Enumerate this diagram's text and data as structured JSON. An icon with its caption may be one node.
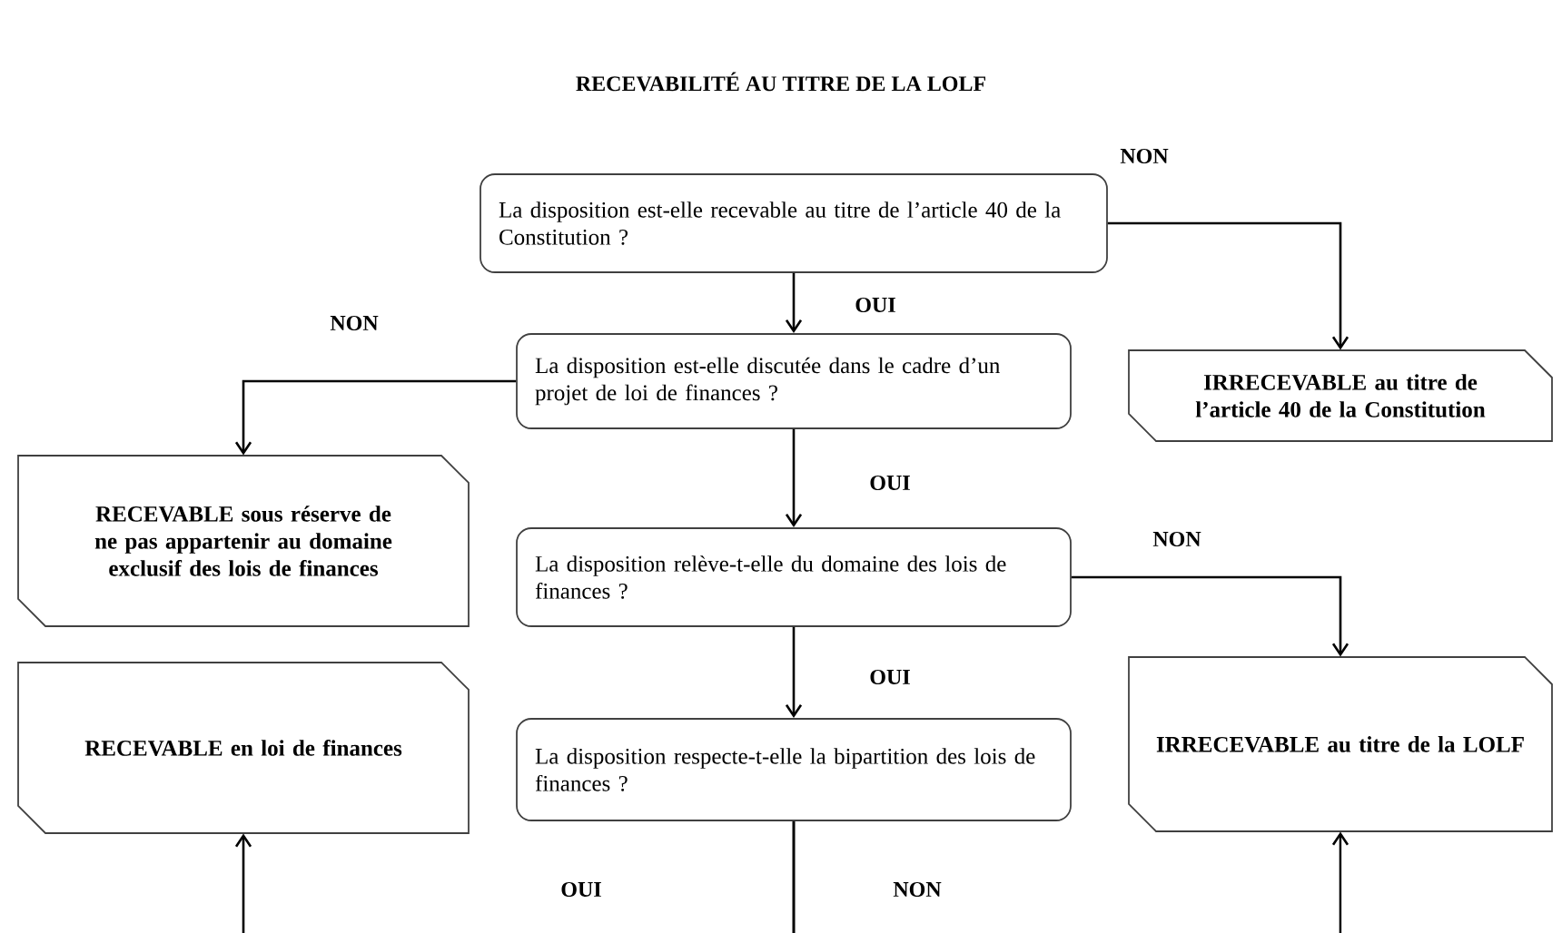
{
  "diagram": {
    "title": "RECEVABILITÉ AU TITRE DE LA LOLF",
    "nodes": [
      {
        "text": [
          "La disposition est-elle recevable au titre de l’article 40 de la Constitution ?"
        ]
      },
      {
        "text": [
          "IRRECEVABLE au titre de l’article 40 de la Constitution"
        ]
      },
      {
        "text": [
          "La disposition est-elle discutée dans le cadre d’un projet de loi de finances ?"
        ]
      },
      {
        "text": [
          "RECEVABLE sous réserve de ne pas appartenir au domaine exclusif des lois de finances"
        ]
      },
      {
        "text": [
          "La disposition relève-t-elle du domaine des lois de finances ?"
        ]
      },
      {
        "text": [
          "RECEVABLE en loi de finances"
        ]
      },
      {
        "text": [
          "La disposition respecte-t-elle la bipartition des lois de finances ?"
        ]
      },
      {
        "text": [
          "IRRECEVABLE au titre de la LOLF"
        ]
      }
    ],
    "edges": [
      {
        "from": 0,
        "to": 1,
        "arrow": "to",
        "label": "NON"
      },
      {
        "from": 0,
        "to": 2,
        "arrow": "to",
        "label": "OUI"
      },
      {
        "from": 2,
        "to": 3,
        "arrow": "to",
        "label": "NON"
      },
      {
        "from": 2,
        "to": 4,
        "arrow": "to",
        "label": "OUI"
      },
      {
        "from": 4,
        "to": 7,
        "arrow": "to",
        "label": "NON"
      },
      {
        "from": 4,
        "to": 6,
        "arrow": "to",
        "label": "OUI"
      },
      {
        "from": 6,
        "to": 5,
        "arrow": "to",
        "label": "OUI"
      },
      {
        "from": 6,
        "to": 7,
        "arrow": "to",
        "label": "NON"
      }
    ]
  }
}
